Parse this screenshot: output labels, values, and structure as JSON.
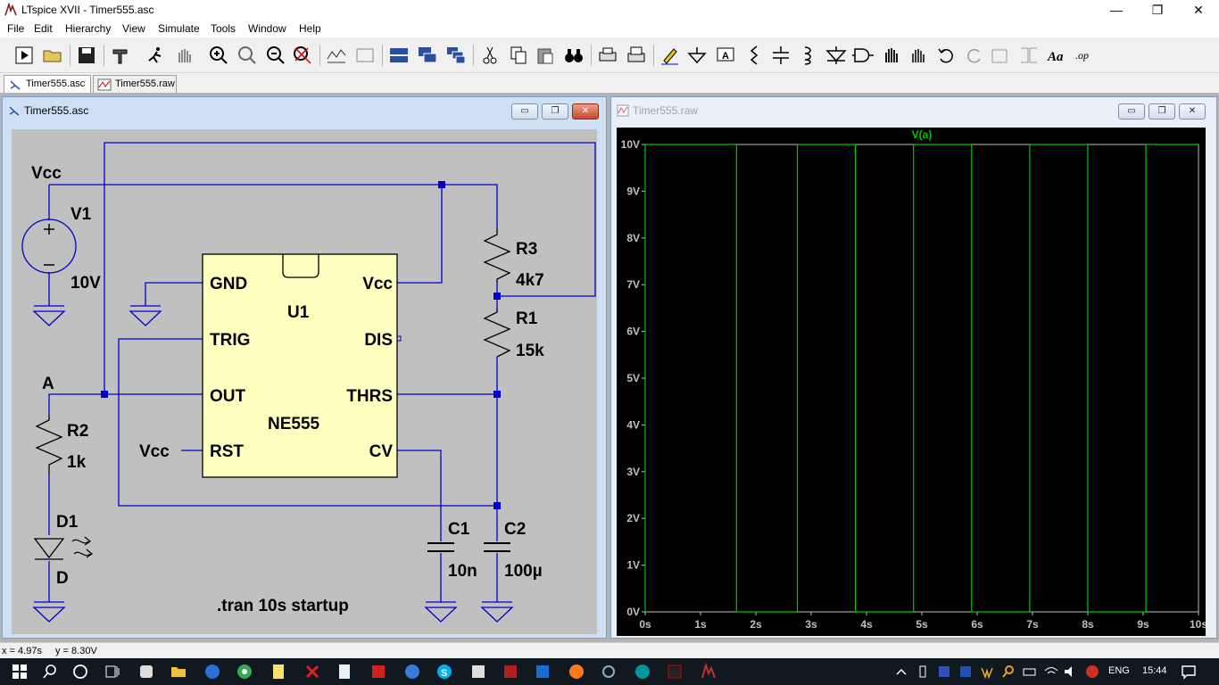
{
  "window": {
    "title": "LTspice XVII - Timer555.asc",
    "min": "—",
    "max": "❐",
    "close": "✕"
  },
  "menu": {
    "items": [
      "File",
      "Edit",
      "Hierarchy",
      "View",
      "Simulate",
      "Tools",
      "Window",
      "Help"
    ]
  },
  "doc_tabs": [
    {
      "label": "Timer555.asc"
    },
    {
      "label": "Timer555.raw"
    }
  ],
  "schematic_window": {
    "title": "Timer555.asc",
    "labels": {
      "vcc_net": "Vcc",
      "v1_name": "V1",
      "v1_value": "10V",
      "r3_name": "R3",
      "r3_value": "4k7",
      "r1_name": "R1",
      "r1_value": "15k",
      "r2_name": "R2",
      "r2_value": "1k",
      "node_a": "A",
      "d1_name": "D1",
      "d1_value": "D",
      "c1_name": "C1",
      "c1_value": "10n",
      "c2_name": "C2",
      "c2_value": "100µ",
      "u1_name": "U1",
      "u1_model": "NE555",
      "pin_gnd": "GND",
      "pin_trig": "TRIG",
      "pin_out": "OUT",
      "pin_rst": "RST",
      "pin_vcc": "Vcc",
      "pin_dis": "DIS",
      "pin_thrs": "THRS",
      "pin_cv": "CV",
      "rst_vcc": "Vcc",
      "directive": ".tran 10s startup"
    }
  },
  "waveform_window": {
    "title": "Timer555.raw",
    "chart_data": {
      "type": "line",
      "series": [
        {
          "name": "V(a)",
          "x": [
            0,
            0,
            1.65,
            1.65,
            2.75,
            2.75,
            3.8,
            3.8,
            4.85,
            4.85,
            5.9,
            5.9,
            6.95,
            6.95,
            8.0,
            8.0,
            9.05,
            9.05,
            10.0
          ],
          "y": [
            0,
            10,
            10,
            0,
            0,
            10,
            10,
            0,
            0,
            10,
            10,
            0,
            0,
            10,
            10,
            0,
            0,
            10,
            10
          ]
        }
      ],
      "xlim": [
        0,
        10
      ],
      "ylim": [
        0,
        10
      ],
      "x_ticks": [
        "0s",
        "1s",
        "2s",
        "3s",
        "4s",
        "5s",
        "6s",
        "7s",
        "8s",
        "9s",
        "10s"
      ],
      "y_ticks": [
        "0V",
        "1V",
        "2V",
        "3V",
        "4V",
        "5V",
        "6V",
        "7V",
        "8V",
        "9V",
        "10V"
      ],
      "colors": {
        "trace": "#00c800",
        "axis": "#c0c0c0",
        "background": "#000000"
      }
    }
  },
  "status": {
    "x_readout": "x = 4.97s",
    "y_readout": "y = 8.30V"
  },
  "taskbar": {
    "lang": "ENG",
    "time": "15:44"
  }
}
